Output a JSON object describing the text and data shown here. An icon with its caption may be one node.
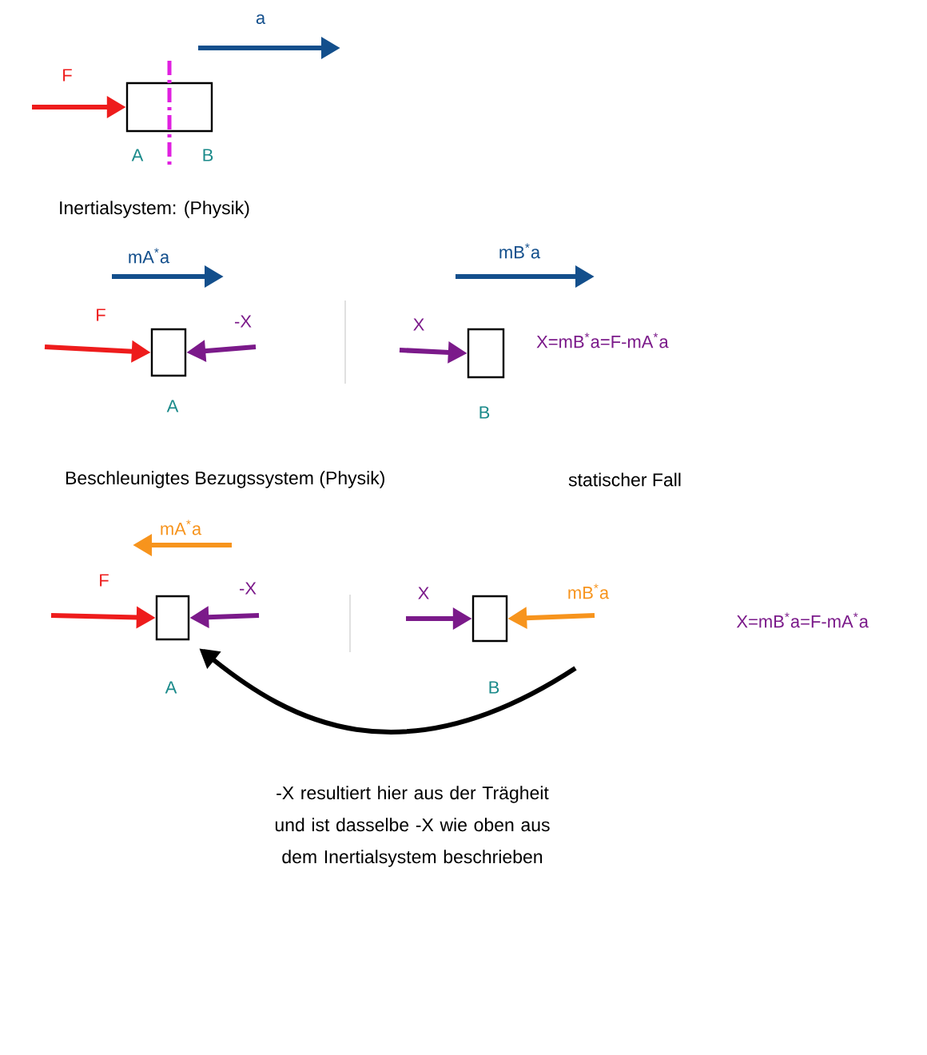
{
  "diagram": {
    "nodes": [
      {
        "text": [],
        "shape": "box",
        "beside": [
          "A",
          "B"
        ]
      },
      {
        "text": [],
        "shape": "box",
        "beside": [
          "A"
        ]
      },
      {
        "text": [],
        "shape": "box",
        "beside": [
          "B"
        ]
      },
      {
        "text": [],
        "shape": "box",
        "beside": [
          "A"
        ]
      },
      {
        "text": [],
        "shape": "box",
        "beside": [
          "B"
        ]
      }
    ],
    "edges": [
      {
        "from": null,
        "to": 0,
        "arrow": "to",
        "label": "F",
        "color": "#ee1c1c"
      },
      {
        "from": null,
        "to": 1,
        "arrow": "to",
        "label": "F",
        "color": "#ee1c1c"
      },
      {
        "from": null,
        "to": 1,
        "arrow": "to",
        "label": "-X",
        "color": "#7b1a8a"
      },
      {
        "from": null,
        "to": 2,
        "arrow": "to",
        "label": "X",
        "color": "#7b1a8a"
      },
      {
        "from": null,
        "to": 3,
        "arrow": "to",
        "label": "F",
        "color": "#ee1c1c"
      },
      {
        "from": null,
        "to": 3,
        "arrow": "to",
        "label": "-X",
        "color": "#7b1a8a"
      },
      {
        "from": null,
        "to": 4,
        "arrow": "to",
        "label": "X",
        "color": "#7b1a8a"
      },
      {
        "from": null,
        "to": 4,
        "arrow": "to",
        "label": "mB$^{*}$a",
        "color": "#f7941d"
      },
      {
        "from": null,
        "to": 3,
        "arrow": "to",
        "color": "#000000"
      }
    ],
    "labels": [
      "a",
      "Inertialsystem: (Physik)",
      "mA$^{*}$a",
      "mB$^{*}$a",
      "X=mB$^{*}$a=F-mA$^{*}$a",
      "Beschleunigtes Bezugssystem (Physik)",
      "statischer Fall",
      "mA$^{*}$a",
      "X=mB$^{*}$a=F-mA$^{*}$a",
      "-X resultiert hier aus der Trägheit und ist dasselbe -X wie oben aus dem Inertialsystem beschrieben"
    ]
  }
}
